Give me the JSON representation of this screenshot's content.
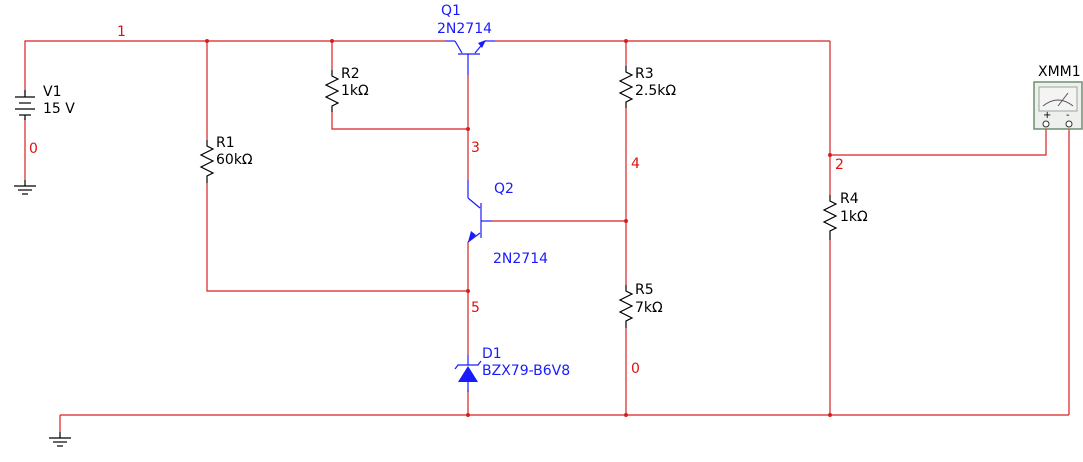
{
  "components": {
    "V1": {
      "name": "V1",
      "value": "15 V"
    },
    "R1": {
      "name": "R1",
      "value": "60kΩ"
    },
    "R2": {
      "name": "R2",
      "value": "1kΩ"
    },
    "R3": {
      "name": "R3",
      "value": "2.5kΩ"
    },
    "R4": {
      "name": "R4",
      "value": "1kΩ"
    },
    "R5": {
      "name": "R5",
      "value": "7kΩ"
    },
    "Q1": {
      "name": "Q1",
      "model": "2N2714"
    },
    "Q2": {
      "name": "Q2",
      "model": "2N2714"
    },
    "D1": {
      "name": "D1",
      "model": "BZX79-B6V8"
    },
    "XMM1": {
      "name": "XMM1",
      "plus": "+",
      "minus": "-"
    }
  },
  "nets": {
    "n1": "1",
    "n0a": "0",
    "n0b": "0",
    "n3": "3",
    "n4": "4",
    "n5": "5",
    "n2": "2"
  },
  "colors": {
    "wire_red": "#d62020",
    "wire_blue": "#1a1aff",
    "net_label": "#e01010",
    "part_blue": "#1a1aff",
    "part_black": "#000000"
  }
}
